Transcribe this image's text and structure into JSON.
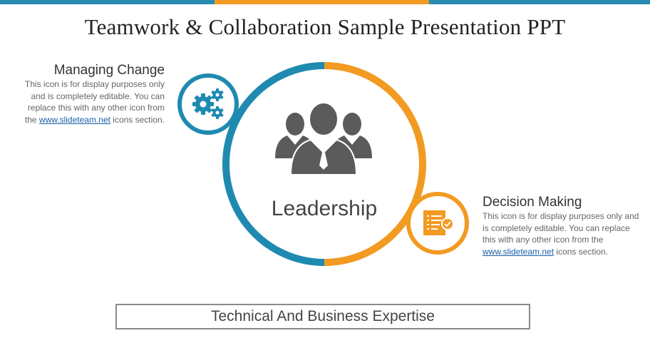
{
  "title": "Teamwork & Collaboration Sample Presentation PPT",
  "center": {
    "label": "Leadership",
    "icon": "team-leadership-icon"
  },
  "left_item": {
    "heading": "Managing Change",
    "desc_before": "This icon is for display purposes only and is completely editable. You can replace this with any other icon from the ",
    "link": "www.slideteam.net",
    "desc_after": " icons section.",
    "icon": "gears-icon"
  },
  "right_item": {
    "heading": "Decision Making",
    "desc_before": "This icon is for display purposes only and is completely editable. You can replace this with any other icon from the ",
    "link": "www.slideteam.net",
    "desc_after": " icons section.",
    "icon": "document-check-icon"
  },
  "footer": {
    "label": "Technical And Business Expertise"
  },
  "colors": {
    "blue": "#1f8ab0",
    "orange": "#f29a22",
    "icon_gray": "#5b5b5b"
  }
}
